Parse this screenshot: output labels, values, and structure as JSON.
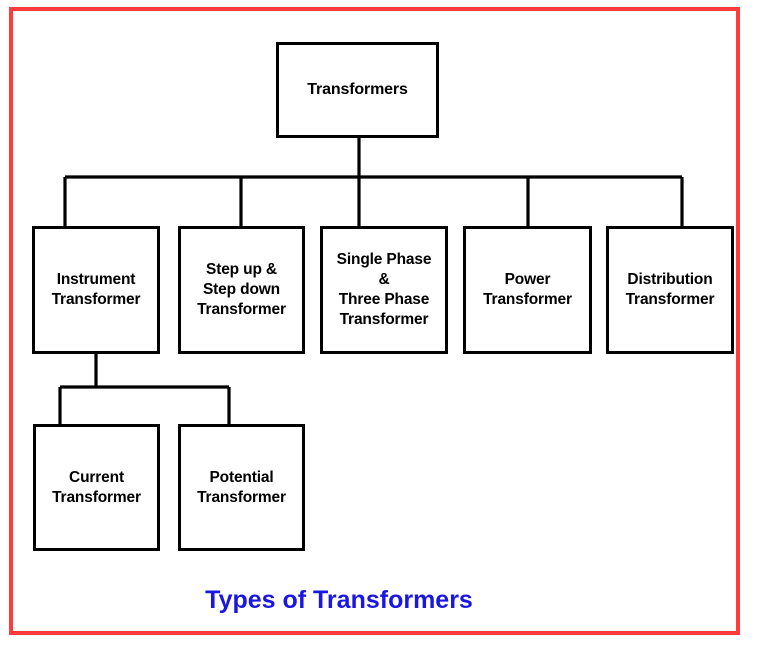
{
  "diagram": {
    "caption": "Types of Transformers",
    "caption_color": "#1a17e0",
    "frame_color": "#ff3b3b",
    "box_border_color": "#000000",
    "connector_color": "#000000",
    "background_color": "#ffffff",
    "type": "hierarchy-tree",
    "root": {
      "id": "transformers",
      "label": "Transformers"
    },
    "level2": [
      {
        "id": "instrument",
        "label": "Instrument\nTransformer"
      },
      {
        "id": "stepupdown",
        "label": "Step up &\nStep down\nTransformer"
      },
      {
        "id": "singlethree",
        "label": "Single Phase\n&\nThree Phase\nTransformer"
      },
      {
        "id": "power",
        "label": "Power\nTransformer"
      },
      {
        "id": "distribution",
        "label": "Distribution\nTransformer"
      }
    ],
    "level3": [
      {
        "id": "current",
        "label": "Current\nTransformer",
        "parent": "instrument"
      },
      {
        "id": "potential",
        "label": "Potential\nTransformer",
        "parent": "instrument"
      }
    ]
  }
}
